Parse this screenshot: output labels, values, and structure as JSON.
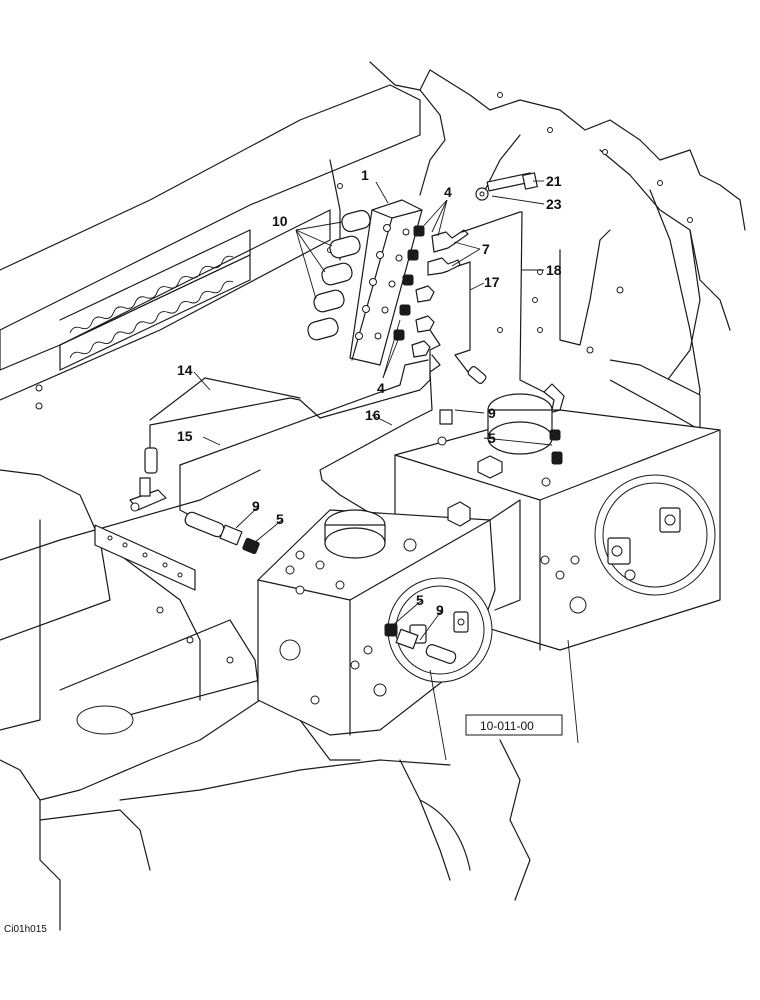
{
  "callouts": [
    {
      "id": "c1",
      "text": "1"
    },
    {
      "id": "c4a",
      "text": "4"
    },
    {
      "id": "c21",
      "text": "21"
    },
    {
      "id": "c23",
      "text": "23"
    },
    {
      "id": "c10",
      "text": "10"
    },
    {
      "id": "c7",
      "text": "7"
    },
    {
      "id": "c18",
      "text": "18"
    },
    {
      "id": "c17",
      "text": "17"
    },
    {
      "id": "c14",
      "text": "14"
    },
    {
      "id": "c4b",
      "text": "4"
    },
    {
      "id": "c16",
      "text": "16"
    },
    {
      "id": "c9a",
      "text": "9"
    },
    {
      "id": "c15",
      "text": "15"
    },
    {
      "id": "c5a",
      "text": "5"
    },
    {
      "id": "c9b",
      "text": "9"
    },
    {
      "id": "c5b",
      "text": "5"
    },
    {
      "id": "c5c",
      "text": "5"
    },
    {
      "id": "c9c",
      "text": "9"
    }
  ],
  "reference_box": "10-011-00",
  "image_code": "Ci01h015"
}
